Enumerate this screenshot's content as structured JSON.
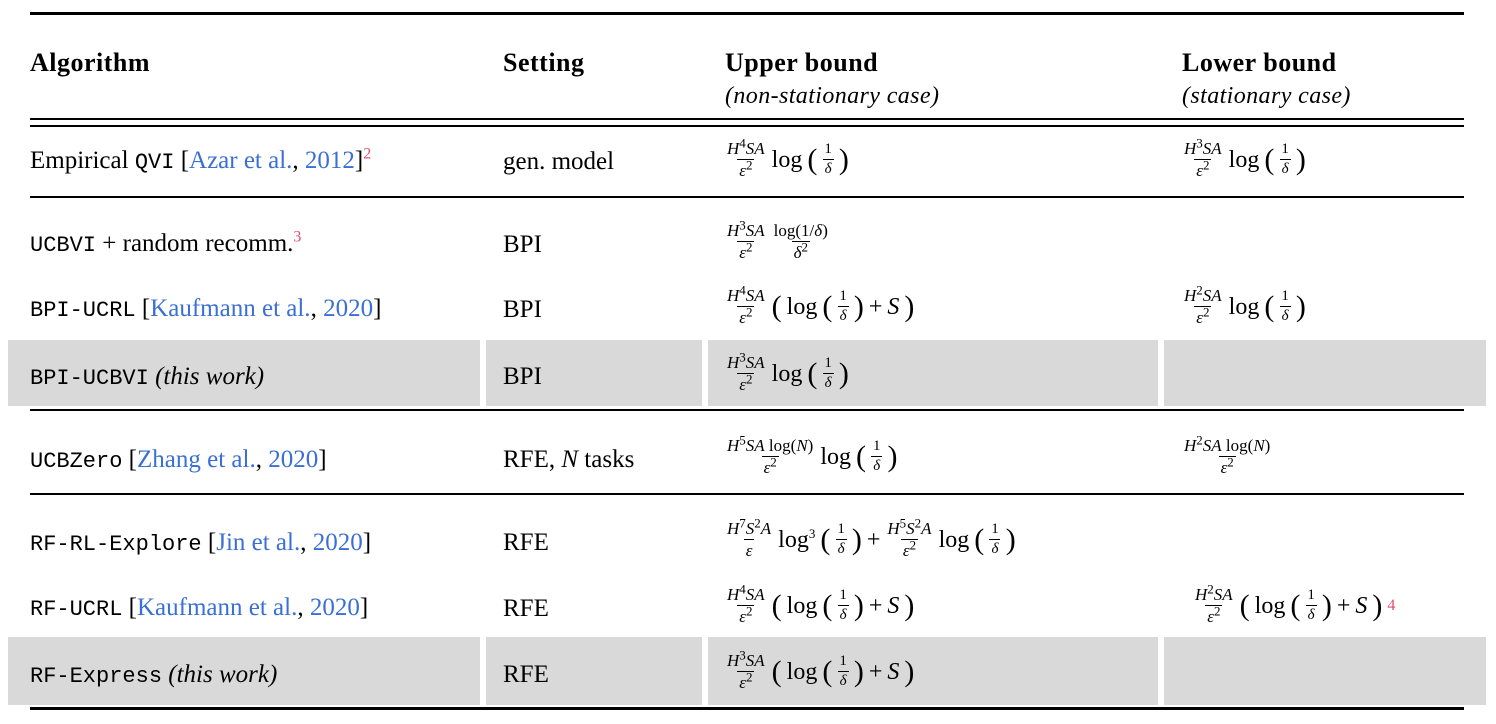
{
  "header": {
    "algorithm": "Algorithm",
    "setting": "Setting",
    "upper": "Upper bound",
    "upper_note": "non-stationary case",
    "lower": "Lower bound",
    "lower_note": "stationary case"
  },
  "rows": [
    {
      "algo_plain": "Empirical ",
      "algo_code": "QVI",
      "cite_author": "Azar et al.",
      "cite_year": "2012",
      "footnote": "2",
      "setting": "gen. model"
    },
    {
      "algo_code": "UCBVI",
      "algo_suffix": " + random recomm.",
      "footnote": "3",
      "setting": "BPI"
    },
    {
      "algo_code": "BPI-UCRL",
      "cite_author": "Kaufmann et al.",
      "cite_year": "2020",
      "setting": "BPI"
    },
    {
      "algo_code": "BPI-UCBVI",
      "note": "(this work)",
      "setting": "BPI"
    },
    {
      "algo_code": "UCBZero",
      "cite_author": "Zhang et al.",
      "cite_year": "2020",
      "setting": "RFE, ",
      "setting_var": "N",
      "setting_suffix": " tasks"
    },
    {
      "algo_code": "RF-RL-Explore",
      "cite_author": "Jin et al.",
      "cite_year": "2020",
      "setting": "RFE"
    },
    {
      "algo_code": "RF-UCRL",
      "cite_author": "Kaufmann et al.",
      "cite_year": "2020",
      "setting": "RFE",
      "lower_footnote": "4"
    },
    {
      "algo_code": "RF-Express",
      "note": "(this work)",
      "setting": "RFE"
    }
  ],
  "colors": {
    "cite": "#3a6fd6",
    "footnote": "#e0506a",
    "highlight": "#d9d9d9"
  }
}
